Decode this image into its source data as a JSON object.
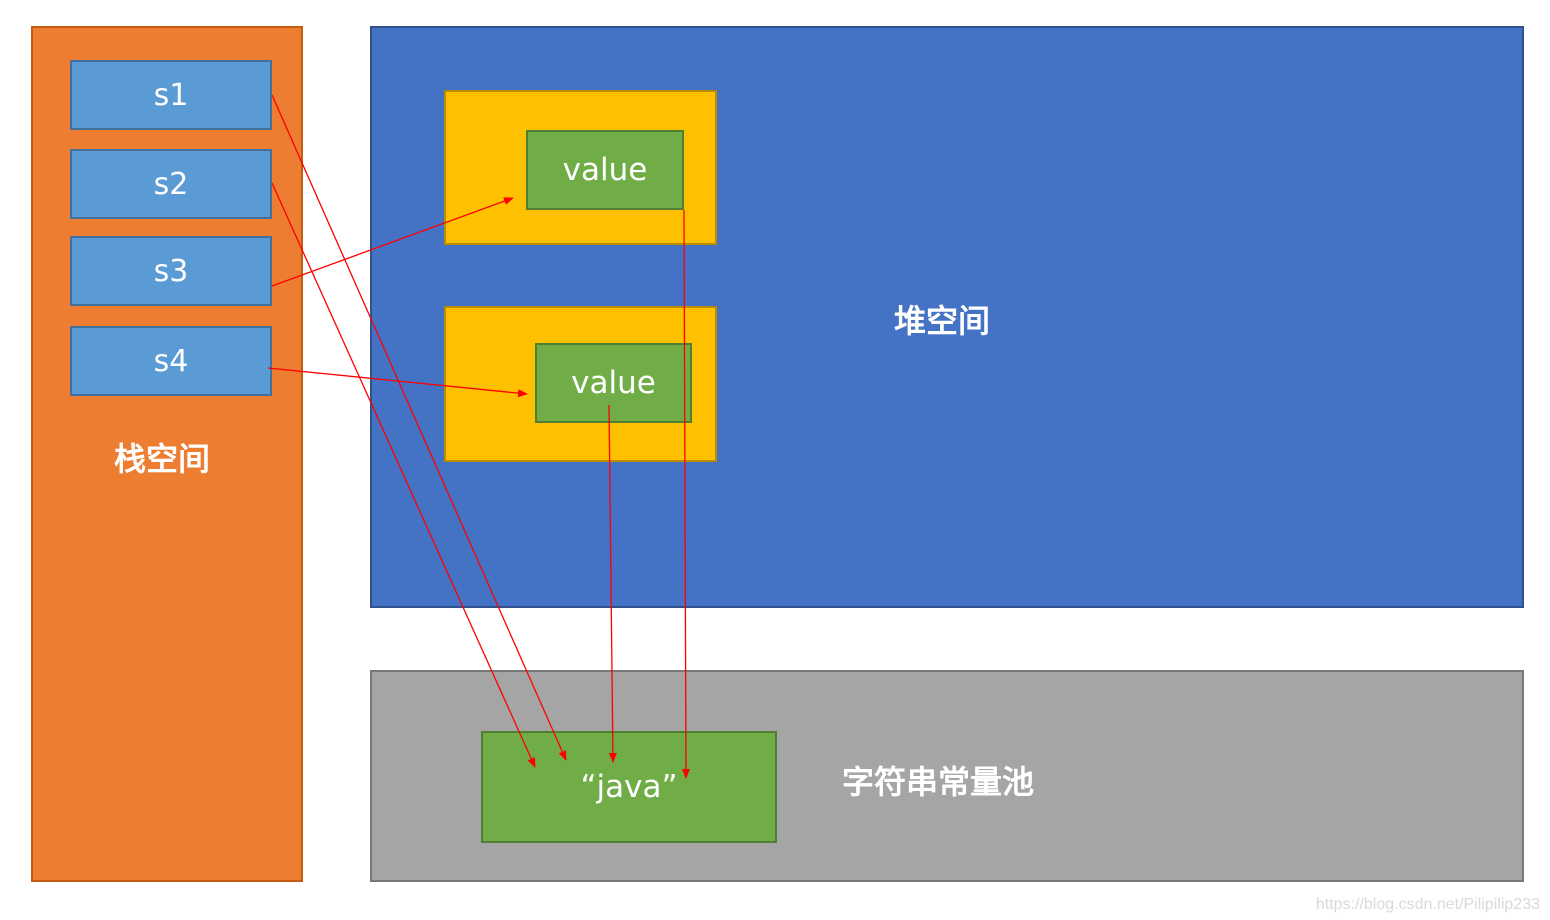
{
  "stack": {
    "label": "栈空间",
    "vars": [
      "s1",
      "s2",
      "s3",
      "s4"
    ]
  },
  "heap": {
    "label": "堆空间",
    "objects": [
      {
        "value_label": "value"
      },
      {
        "value_label": "value"
      }
    ]
  },
  "pool": {
    "label": "字符串常量池",
    "literal": "“java”"
  },
  "watermark": "https://blog.csdn.net/Pilipilip233",
  "colors": {
    "stack": "#ED7D31",
    "variable": "#5B9BD5",
    "heap": "#4472C4",
    "object": "#FFC000",
    "value": "#70AD47",
    "pool": "#A5A5A5",
    "arrow": "#FF0000"
  }
}
